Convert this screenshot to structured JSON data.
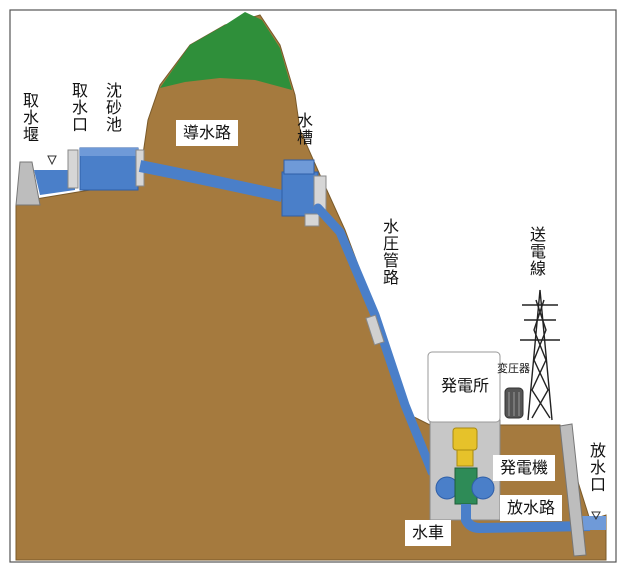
{
  "labels": {
    "intake_weir": "取水堰",
    "intake": "取水口",
    "settling_basin": "沈砂池",
    "headrace": "導水路",
    "head_tank": "水槽",
    "penstock": "水圧管路",
    "transmission_line": "送電線",
    "transformer": "変圧器",
    "powerhouse": "発電所",
    "generator": "発電機",
    "turbine": "水車",
    "tailrace": "放水路",
    "outlet": "放水口"
  },
  "colors": {
    "ground": "#a57a3e",
    "mountain_top": "#2f8f3a",
    "water": "#4a7fc9",
    "water_dark": "#2f5fa8",
    "concrete": "#c9c9c9",
    "generator": "#e6c22a"
  }
}
